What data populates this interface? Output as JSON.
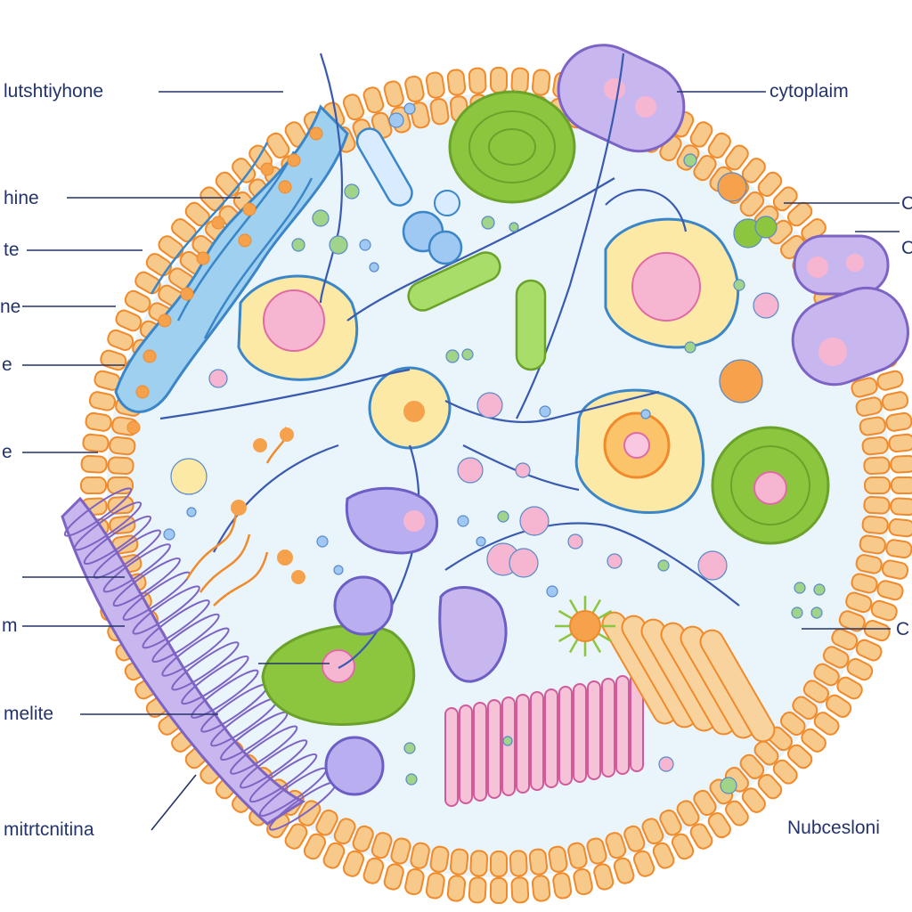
{
  "labels": {
    "top_left_1": "lutshtiyhone",
    "left_2": "hine",
    "left_3": "te",
    "left_4": "ne",
    "left_5": "e",
    "left_6": "e",
    "left_7": "m",
    "left_8": "melite",
    "bottom_left": "mitrtcnitina",
    "top_right": "cytoplaim",
    "right_1": "C",
    "right_2": "C",
    "right_3": "C",
    "bottom_right": "Nubcesloni"
  },
  "colors": {
    "membrane_fill": "#f7c98b",
    "membrane_stroke": "#f08a2a",
    "cytoplasm": "#e9f4fb",
    "er_blue": "#3a86c8",
    "golgi_purple": "#9b86d6",
    "chloroplast_green": "#8cc63f",
    "nucleus_yellow": "#fde9a6",
    "nucleolus_pink": "#f2a0c8",
    "label_text": "#24346a",
    "leader_line": "#24346a"
  }
}
